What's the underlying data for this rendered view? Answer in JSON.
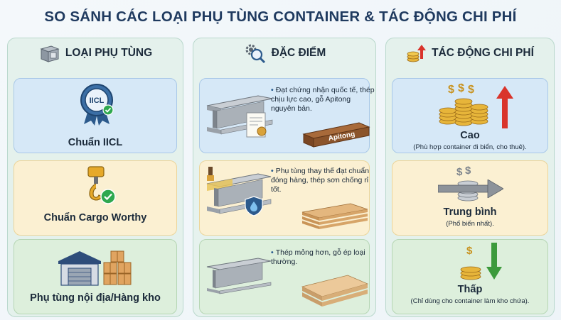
{
  "title": "SO SÁNH CÁC LOẠI PHỤ TÙNG CONTAINER & TÁC ĐỘNG CHI PHÍ",
  "columns": {
    "types": {
      "header": "LOẠI PHỤ TÙNG",
      "items": [
        {
          "label": "Chuẩn IICL",
          "badge": "IICL"
        },
        {
          "label": "Chuẩn Cargo Worthy"
        },
        {
          "label": "Phụ tùng nội địa/Hàng kho"
        }
      ]
    },
    "features": {
      "header": "ĐẶC ĐIỂM",
      "items": [
        {
          "text": "Đạt chứng nhận quốc tế, thép chịu lực cao, gỗ Apitong nguyên bản.",
          "wood_label": "Apitong"
        },
        {
          "text": "Phụ tùng thay thế đạt chuẩn đóng hàng, thép sơn chống rỉ tốt."
        },
        {
          "text": "Thép mỏng hơn, gỗ ép loại thường."
        }
      ]
    },
    "cost": {
      "header": "TÁC ĐỘNG CHI PHÍ",
      "items": [
        {
          "label": "Cao",
          "note": "(Phù hợp container đi biển, cho thuê)."
        },
        {
          "label": "Trung bình",
          "note": "(Phổ biến nhất)."
        },
        {
          "label": "Thấp",
          "note": "(Chỉ dùng cho container làm kho chứa)."
        }
      ]
    }
  },
  "colors": {
    "blue_card": "#d6e8f7",
    "yellow_card": "#fbf0d2",
    "green_card": "#ddefdc",
    "arrow_up": "#d9342b",
    "arrow_down": "#3c9a3c",
    "coin": "#e7b53a"
  }
}
